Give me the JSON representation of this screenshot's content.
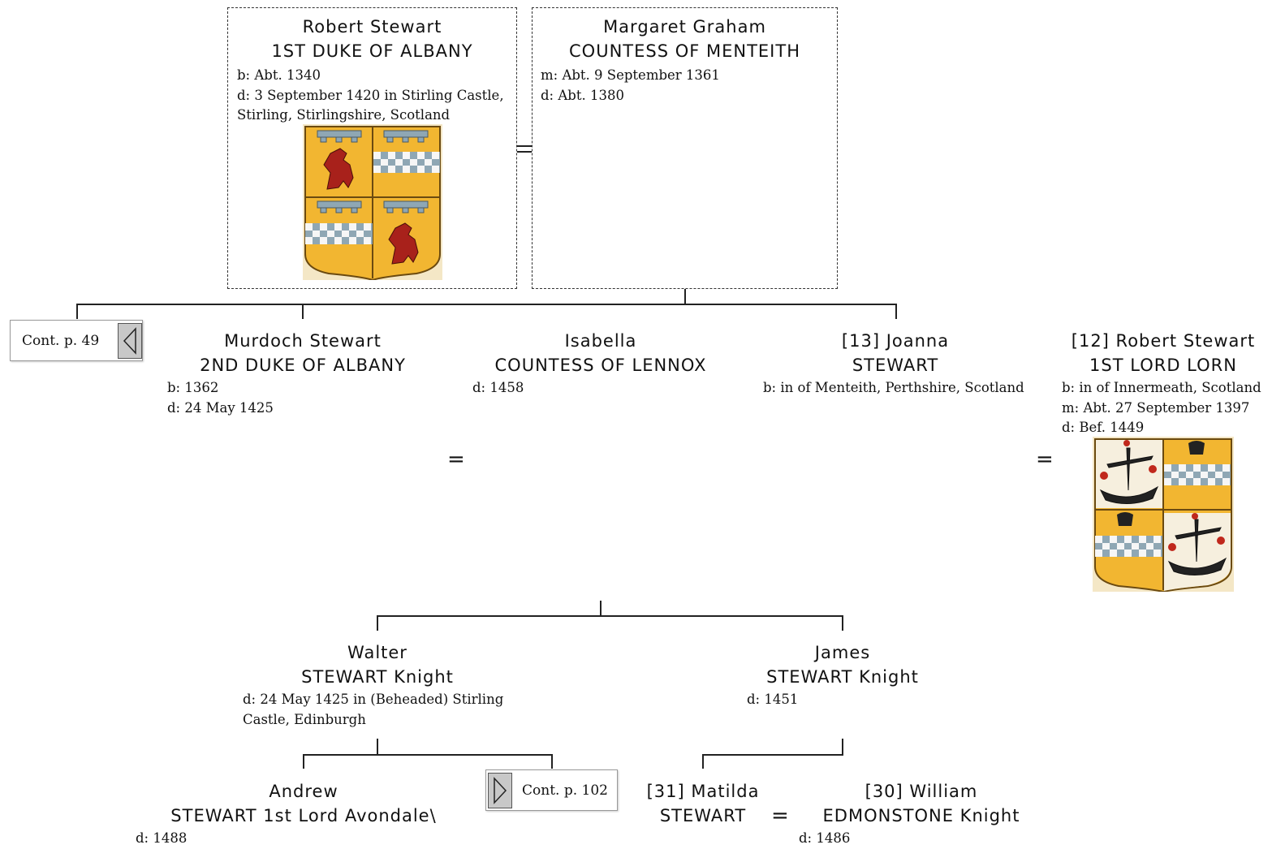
{
  "robert": {
    "name": "Robert Stewart",
    "title": "1ST DUKE OF ALBANY",
    "born": "b: Abt. 1340",
    "died_line1": "d: 3 September 1420 in Stirling Castle,",
    "died_line2": "Stirling, Stirlingshire, Scotland"
  },
  "margaret": {
    "name": "Margaret Graham",
    "title": "COUNTESS OF MENTEITH",
    "married": "m: Abt. 9 September 1361",
    "died": "d: Abt. 1380"
  },
  "cont_left": {
    "label": "Cont. p. 49"
  },
  "cont_right": {
    "label": "Cont. p. 102"
  },
  "murdoch": {
    "name": "Murdoch Stewart",
    "title": "2ND DUKE OF ALBANY",
    "born": "b: 1362",
    "died": "d: 24 May 1425"
  },
  "isabella": {
    "name": "Isabella",
    "title": "COUNTESS OF LENNOX",
    "died": "d: 1458"
  },
  "joanna": {
    "name": "[13] Joanna",
    "title": "STEWART",
    "born": "b: in of Menteith, Perthshire, Scotland"
  },
  "robert_lorn": {
    "name": "[12] Robert Stewart",
    "title": "1ST LORD LORN",
    "born": "b: in of Innermeath, Scotland",
    "married": "m: Abt. 27 September 1397",
    "died": "d: Bef. 1449"
  },
  "walter": {
    "name": "Walter",
    "title": "STEWART Knight",
    "died_line1": "d: 24 May 1425 in (Beheaded) Stirling",
    "died_line2": "Castle, Edinburgh"
  },
  "james": {
    "name": "James",
    "title": "STEWART Knight",
    "died": "d: 1451"
  },
  "andrew": {
    "name": "Andrew",
    "title": "STEWART 1st Lord Avondale\\",
    "died": "d: 1488"
  },
  "matilda": {
    "name": "[31] Matilda",
    "title": "STEWART"
  },
  "william": {
    "name": "[30] William",
    "title": "EDMONSTONE Knight",
    "died": "d: 1486"
  },
  "symbols": {
    "equals": "="
  },
  "colors": {
    "gold": "#f2b631",
    "lion_red": "#a8211b",
    "chequy_blue": "#8fa7b4",
    "line": "#222222"
  }
}
